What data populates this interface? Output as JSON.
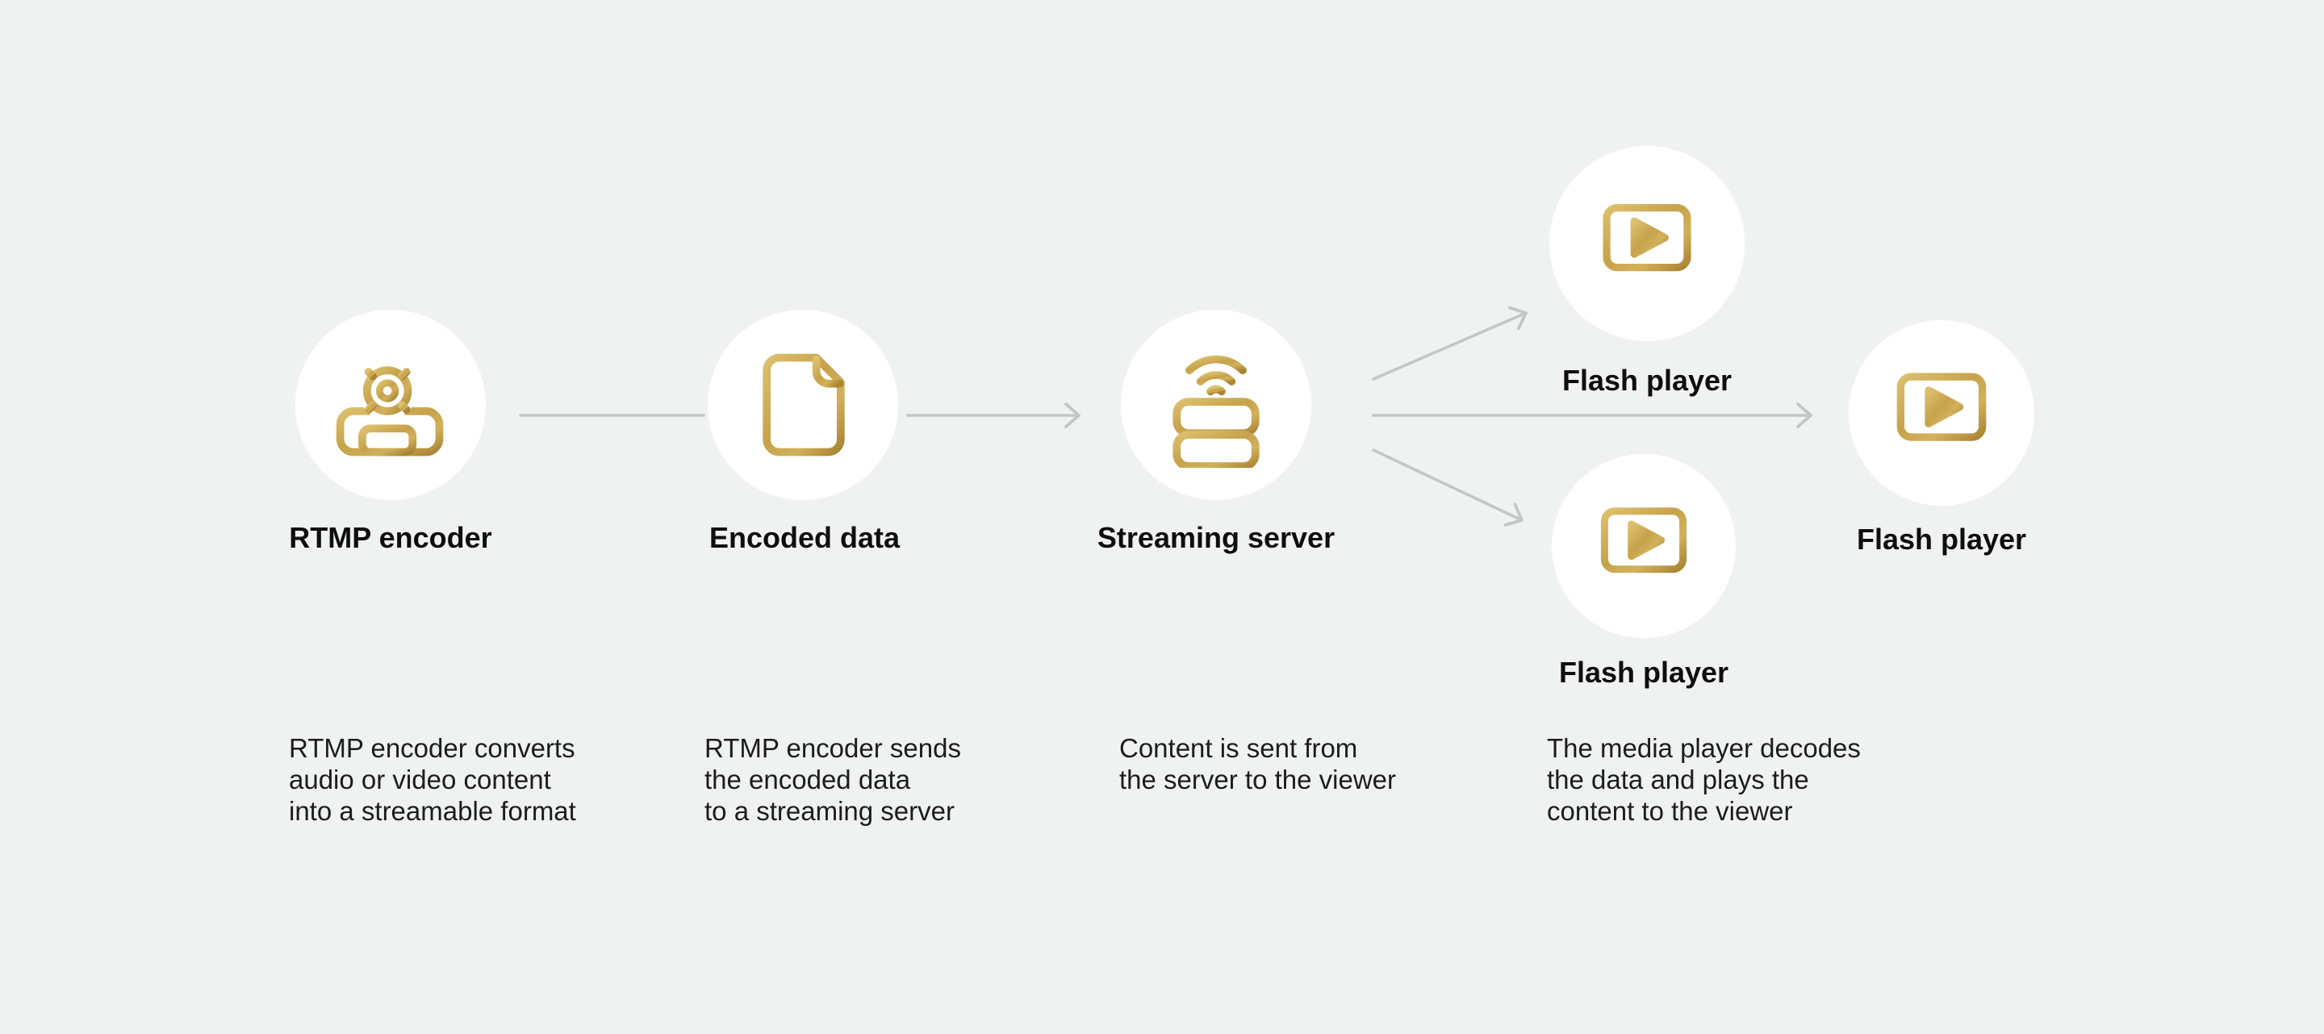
{
  "diagram": {
    "name": "RTMP streaming flow",
    "colors": {
      "background": "#f0f2f1",
      "node_fill": "#ffffff",
      "gold": "#c8a24c",
      "gold_light": "#dcc06e",
      "gold_dark": "#a98432",
      "arrow": "#c2c7c5",
      "text": "#1c1c1c"
    },
    "nodes": {
      "rtmp_encoder": {
        "label": "RTMP encoder",
        "icon": "encoder-device-icon"
      },
      "encoded_data": {
        "label": "Encoded data",
        "icon": "document-icon"
      },
      "streaming_server": {
        "label": "Streaming server",
        "icon": "server-wifi-icon"
      },
      "flash_player_top": {
        "label": "Flash player",
        "icon": "media-player-icon"
      },
      "flash_player_bottom": {
        "label": "Flash player",
        "icon": "media-player-icon"
      },
      "flash_player_right": {
        "label": "Flash player",
        "icon": "media-player-icon"
      }
    },
    "descriptions": {
      "rtmp_encoder": "RTMP encoder converts\naudio or video content\ninto a streamable format",
      "encoded_data": "RTMP encoder sends\nthe encoded data\nto a streaming server",
      "streaming_server": "Content is sent from\nthe server to the viewer",
      "flash_player": "The media player decodes\nthe data and plays the\ncontent to the viewer"
    }
  }
}
